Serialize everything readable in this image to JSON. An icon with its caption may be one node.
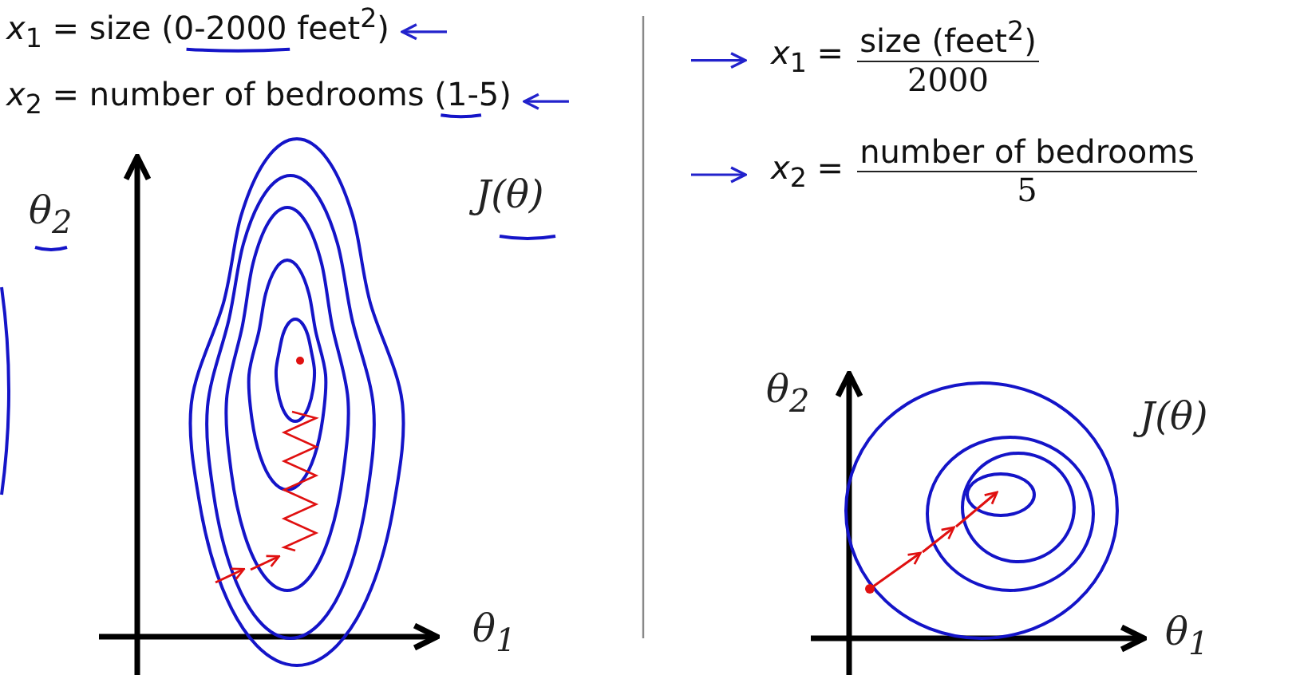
{
  "diagram": {
    "nodes": [
      {
        "text": [
          "*x*$_{1}$ = size (0-2000 feet$^{2}$)"
        ]
      },
      {
        "text": [
          "*x*$_{2}$ = number of bedrooms (1-5)"
        ]
      },
      {
        "text": [
          "*x*$_{1}$ =",
          "size (feet$^{2}$)",
          "2000"
        ]
      },
      {
        "text": [
          "*x*$_{2}$ =",
          "number of bedrooms",
          "5"
        ]
      }
    ],
    "edges": [
      {
        "from": null,
        "to": 0,
        "arrow": "to"
      },
      {
        "from": null,
        "to": 1,
        "arrow": "to"
      },
      {
        "from": null,
        "to": 2,
        "arrow": "to"
      },
      {
        "from": null,
        "to": 3,
        "arrow": "to"
      }
    ],
    "labels": [
      "θ$_{2}$",
      "J(θ)",
      "θ$_{1}$",
      "θ$_{2}$",
      "J(θ)",
      "θ$_{1}$"
    ]
  }
}
